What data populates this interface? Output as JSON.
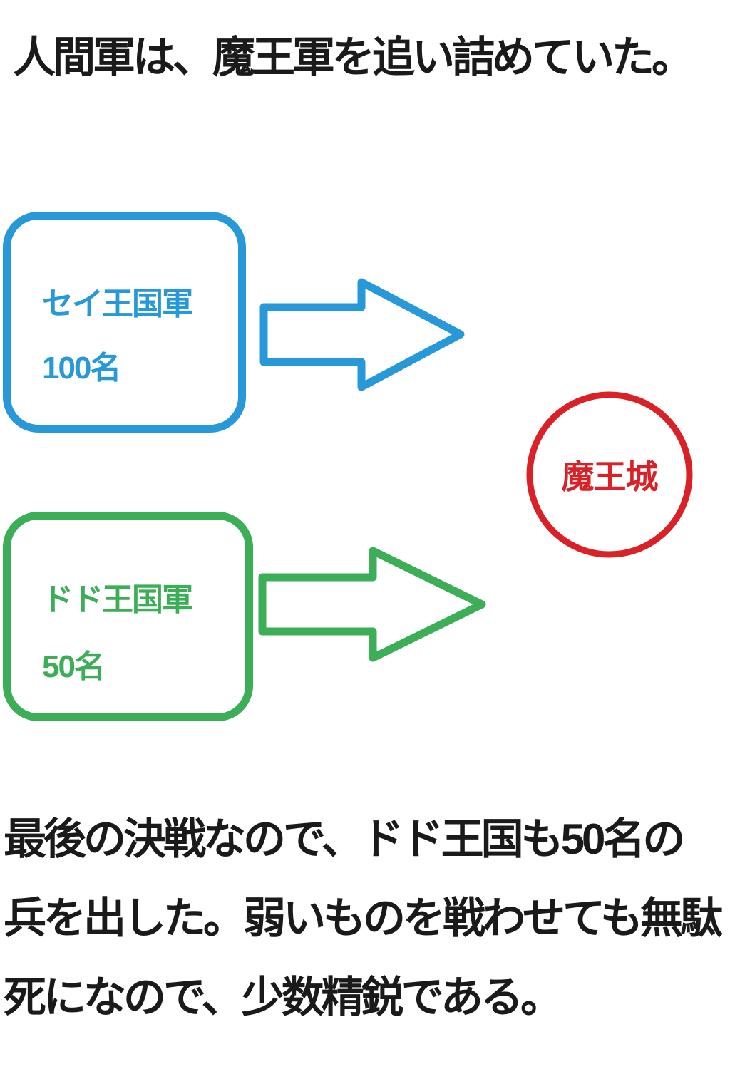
{
  "title": "人間軍は、魔王軍を追い詰めていた。",
  "colors": {
    "blue": "#2799D8",
    "green": "#3DAE58",
    "red": "#DA2128",
    "text": "#1A1A1A"
  },
  "armies": [
    {
      "name": "セイ王国軍",
      "count": "100名"
    },
    {
      "name": "ドド王国軍",
      "count": "50名"
    }
  ],
  "castle": {
    "label": "魔王城"
  },
  "caption": {
    "lines": [
      "最後の決戦なので、ドド王国も50名の",
      "兵を出した。弱いものを戦わせても無駄",
      "死になので、少数精鋭である。"
    ]
  }
}
